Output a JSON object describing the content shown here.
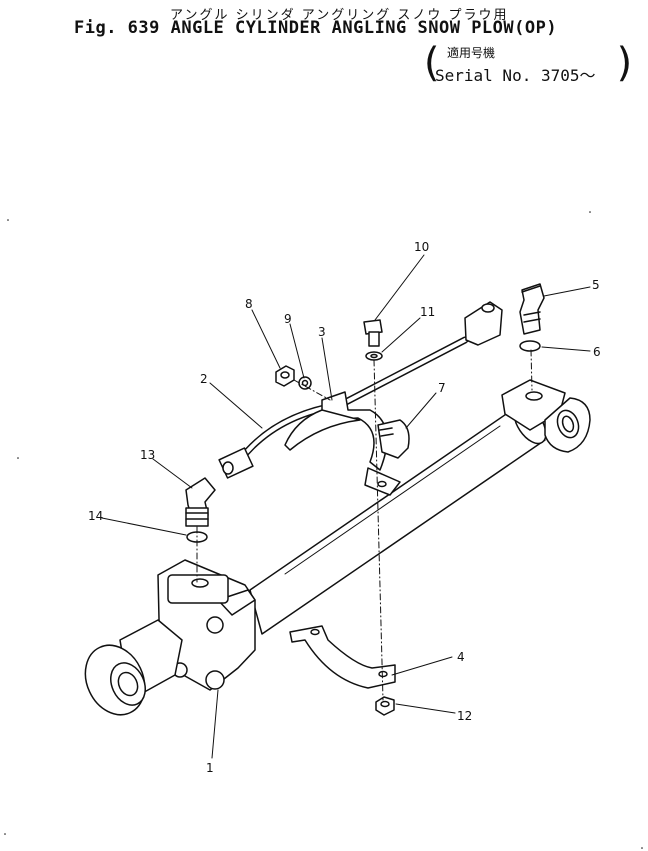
{
  "header": {
    "jp_title": "アングル シリンダ アングリング スノウ プラウ用",
    "title": "Fig. 639 ANGLE CYLINDER ANGLING SNOW PLOW(OP)",
    "serial_jp": "適用号機",
    "serial": "Serial No. 3705～"
  },
  "callouts": [
    {
      "label": "1"
    },
    {
      "label": "2"
    },
    {
      "label": "3"
    },
    {
      "label": "4"
    },
    {
      "label": "5"
    },
    {
      "label": "6"
    },
    {
      "label": "7"
    },
    {
      "label": "8"
    },
    {
      "label": "9"
    },
    {
      "label": "10"
    },
    {
      "label": "11"
    },
    {
      "label": "12"
    },
    {
      "label": "13"
    },
    {
      "label": "14"
    }
  ]
}
